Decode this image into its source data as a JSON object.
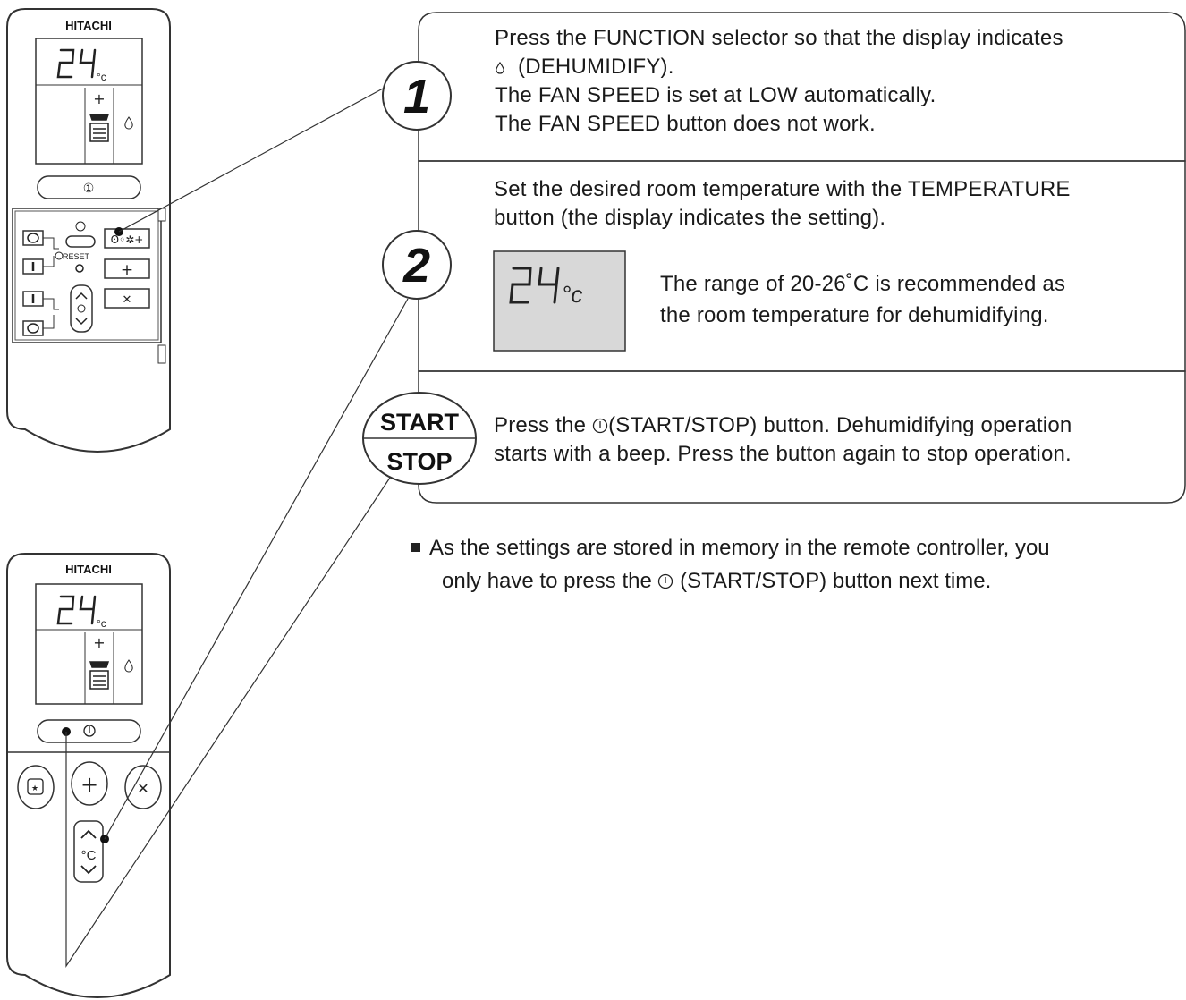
{
  "remote_top": {
    "brand": "HITACHI",
    "display_temp": "24",
    "display_unit": "°c",
    "buttons": {
      "start_stop_symbol": "①",
      "reset_label": "RESET"
    }
  },
  "remote_bottom": {
    "brand": "HITACHI",
    "display_temp": "24",
    "display_unit": "°c",
    "temp_button_unit": "°C"
  },
  "steps": [
    {
      "marker": "1",
      "lines": [
        "(DEHUMIDIFY).",
        "The FAN SPEED is set at LOW automatically.",
        "The FAN SPEED button does not work."
      ],
      "first_line": "Press the FUNCTION selector so that the display indicates"
    },
    {
      "marker": "2",
      "first_line": "Set the desired room temperature with the TEMPERATURE",
      "second_line": "button (the display indicates the setting).",
      "display_temp": "24",
      "display_unit": "°c",
      "note_lines": [
        "The range of 20-26˚C is recommended as",
        "the room temperature for dehumidifying."
      ]
    },
    {
      "marker_top": "START",
      "marker_bottom": "STOP",
      "line1_after_icon": "(START/STOP) button. Dehumidifying operation",
      "line1_before_icon": "Press the",
      "line2": "starts with a beep. Press the button again to stop operation."
    }
  ],
  "note": {
    "line1": "As the settings are stored in memory in the remote controller, you",
    "line2_before": "only have to press the",
    "line2_after": "(START/STOP) button next time."
  }
}
